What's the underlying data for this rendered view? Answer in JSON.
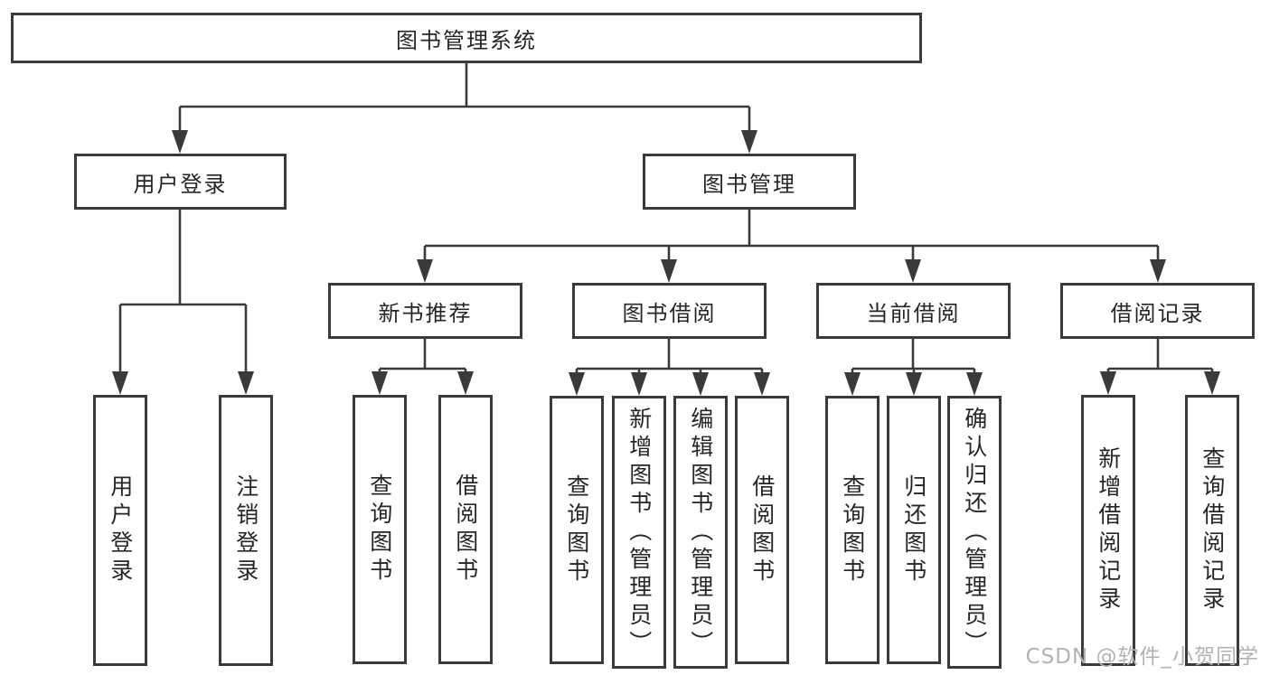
{
  "diagram_title": "图书管理系统",
  "nodes": {
    "system": {
      "label": "图书管理系统"
    },
    "user_login_group": {
      "label": "用户登录"
    },
    "book_mgmt": {
      "label": "图书管理"
    },
    "user_login": {
      "label": "用户登录"
    },
    "logout": {
      "label": "注销登录"
    },
    "new_book_rec": {
      "label": "新书推荐"
    },
    "book_borrow": {
      "label": "图书借阅"
    },
    "current_borrow": {
      "label": "当前借阅"
    },
    "borrow_records": {
      "label": "借阅记录"
    },
    "nb_query": {
      "label": "查询图书"
    },
    "nb_borrow": {
      "label": "借阅图书"
    },
    "bb_query": {
      "label": "查询图书"
    },
    "bb_add": {
      "label": "新增图书（管理员）"
    },
    "bb_edit": {
      "label": "编辑图书（管理员）"
    },
    "bb_borrow": {
      "label": "借阅图书"
    },
    "cb_query": {
      "label": "查询图书"
    },
    "cb_return": {
      "label": "归还图书"
    },
    "cb_confirm": {
      "label": "确认归还（管理员）"
    },
    "br_add": {
      "label": "新增借阅记录"
    },
    "br_query": {
      "label": "查询借阅记录"
    }
  },
  "hierarchy": [
    {
      "parent": "图书管理系统",
      "children": [
        "用户登录",
        "图书管理"
      ]
    },
    {
      "parent": "用户登录",
      "children": [
        "用户登录",
        "注销登录"
      ]
    },
    {
      "parent": "图书管理",
      "children": [
        "新书推荐",
        "图书借阅",
        "当前借阅",
        "借阅记录"
      ]
    },
    {
      "parent": "新书推荐",
      "children": [
        "查询图书",
        "借阅图书"
      ]
    },
    {
      "parent": "图书借阅",
      "children": [
        "查询图书",
        "新增图书（管理员）",
        "编辑图书（管理员）",
        "借阅图书"
      ]
    },
    {
      "parent": "当前借阅",
      "children": [
        "查询图书",
        "归还图书",
        "确认归还（管理员）"
      ]
    },
    {
      "parent": "借阅记录",
      "children": [
        "新增借阅记录",
        "查询借阅记录"
      ]
    }
  ],
  "watermark": "CSDN @软件_小贺同学",
  "colors": {
    "line": "#3a3a3a",
    "text": "#262626",
    "watermark": "#b3b3b3",
    "background": "#ffffff"
  }
}
